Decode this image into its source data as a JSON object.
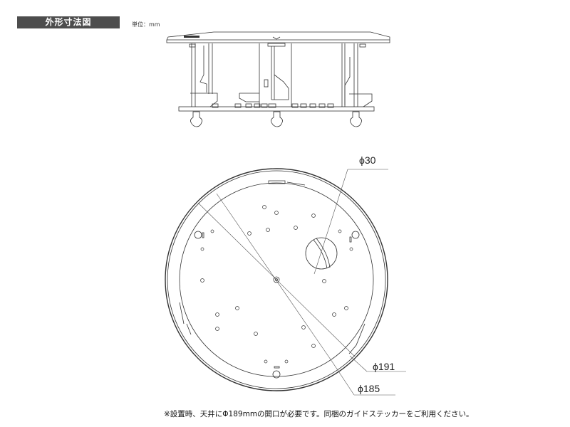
{
  "header": {
    "title": "外形寸法図",
    "unit_label": "単位：mm"
  },
  "dimensions": {
    "hole_diameter": "ϕ30",
    "outer_diameter": "ϕ191",
    "inner_diameter": "ϕ185"
  },
  "footer": {
    "note": "※設置時、天井にΦ189mmの開口が必要です。同梱のガイドステッカーをご利用ください。"
  },
  "colors": {
    "title_bg": "#4d4d4d",
    "line": "#333333",
    "leader": "#888888"
  }
}
